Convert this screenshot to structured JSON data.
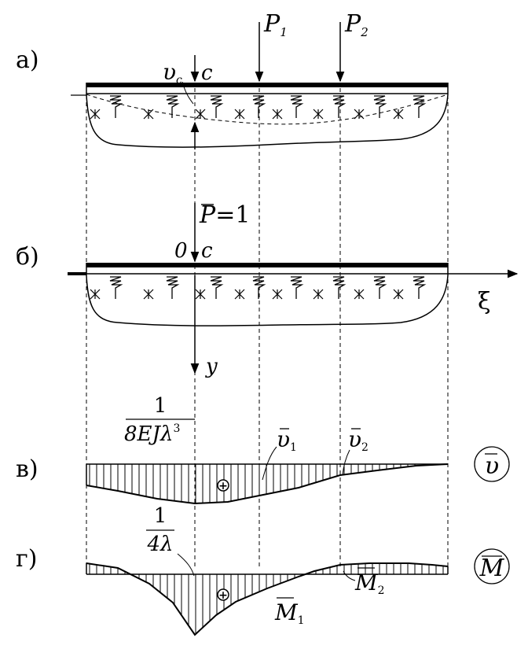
{
  "panels": {
    "a": {
      "label": "а)"
    },
    "b": {
      "label": "б)"
    },
    "v": {
      "label": "в)"
    },
    "g": {
      "label": "г)"
    }
  },
  "loads": {
    "P1": {
      "letter": "P",
      "sub": "1"
    },
    "P2": {
      "letter": "P",
      "sub": "2"
    },
    "unit": {
      "letter": "P",
      "value": "=1"
    }
  },
  "points": {
    "c_top": "c",
    "c_bottom": "c",
    "origin": "0"
  },
  "deflection": {
    "letter": "υ",
    "sub": "c"
  },
  "axes": {
    "xi": "ξ",
    "y": "y"
  },
  "deflection_diagram": {
    "ordinate_num": "1",
    "ordinate_den": "8EJλ",
    "ordinate_exp": "3",
    "v1_letter": "υ",
    "v1_sub": "1",
    "v2_letter": "υ",
    "v2_sub": "2",
    "badge": "υ",
    "sign": "+"
  },
  "moment_diagram": {
    "ordinate_num": "1",
    "ordinate_den": "4λ",
    "M1_letter": "M",
    "M1_sub": "1",
    "M2_letter": "M",
    "M2_sub": "2",
    "badge": "M",
    "sign": "+"
  }
}
